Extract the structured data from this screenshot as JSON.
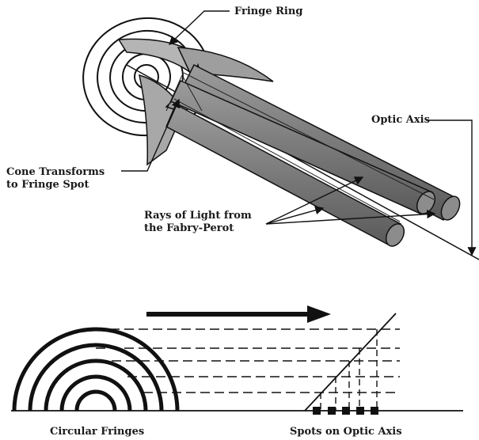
{
  "labels": {
    "fringe_ring": "Fringe Ring",
    "optic_axis": "Optic Axis",
    "cone_transforms": [
      "Cone Transforms",
      "to Fringe Spot"
    ],
    "rays_of_light": [
      "Rays of Light from",
      "the Fabry-Perot"
    ],
    "circular_fringes": "Circular Fringes",
    "spots_on_optic_axis": "Spots on Optic Axis"
  },
  "colors": {
    "line": "#111111",
    "rod_fill": "#8a8a8a",
    "rod_highlight": "#b0b0b0",
    "cone_fill": "#a6a6a6",
    "background": "#ffffff"
  }
}
